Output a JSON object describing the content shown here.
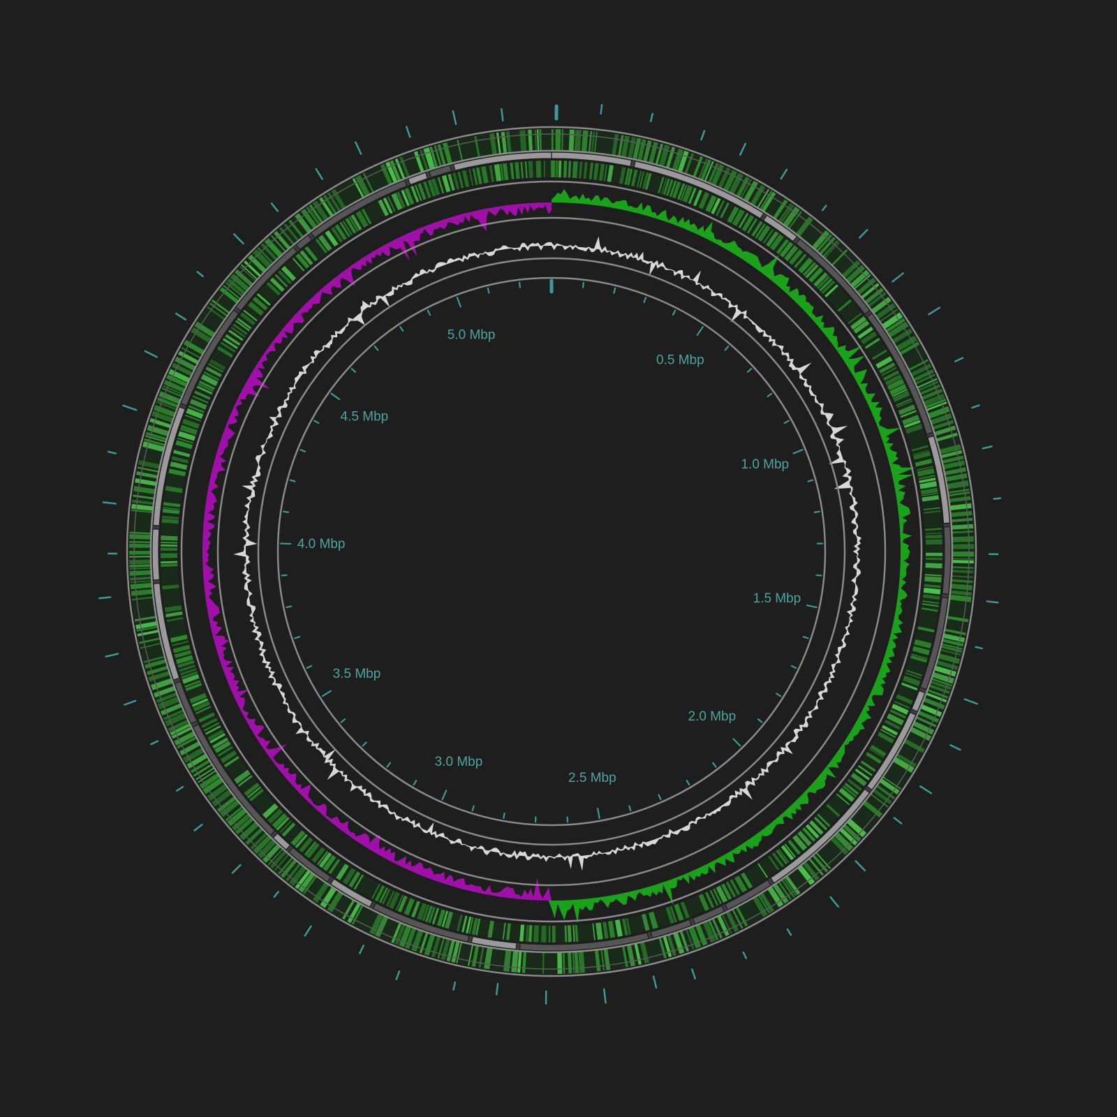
{
  "genome_map": {
    "genome_length_mbp": 5.3,
    "scale_labels": [
      {
        "mbp": 0.5,
        "text": "0.5 Mbp"
      },
      {
        "mbp": 1.0,
        "text": "1.0 Mbp"
      },
      {
        "mbp": 1.5,
        "text": "1.5 Mbp"
      },
      {
        "mbp": 2.0,
        "text": "2.0 Mbp"
      },
      {
        "mbp": 2.5,
        "text": "2.5 Mbp"
      },
      {
        "mbp": 3.0,
        "text": "3.0 Mbp"
      },
      {
        "mbp": 3.5,
        "text": "3.5 Mbp"
      },
      {
        "mbp": 4.0,
        "text": "4.0 Mbp"
      },
      {
        "mbp": 4.5,
        "text": "4.5 Mbp"
      },
      {
        "mbp": 5.0,
        "text": "5.0 Mbp"
      }
    ],
    "colors": {
      "background": "#1e1e1e",
      "ticks": "#3f9a97",
      "labels": "#4fa3a0",
      "feature_green": "#2e8b2e",
      "feature_green_light": "#4cbf4c",
      "backbone_gray": "#9a9a9a",
      "backbone_dark": "#3c3c3c",
      "gc_skew_positive": "#1aa31a",
      "gc_skew_negative": "#a010a8",
      "gc_content": "#d8d8d8",
      "ring_outline": "#8a8a8a"
    }
  }
}
